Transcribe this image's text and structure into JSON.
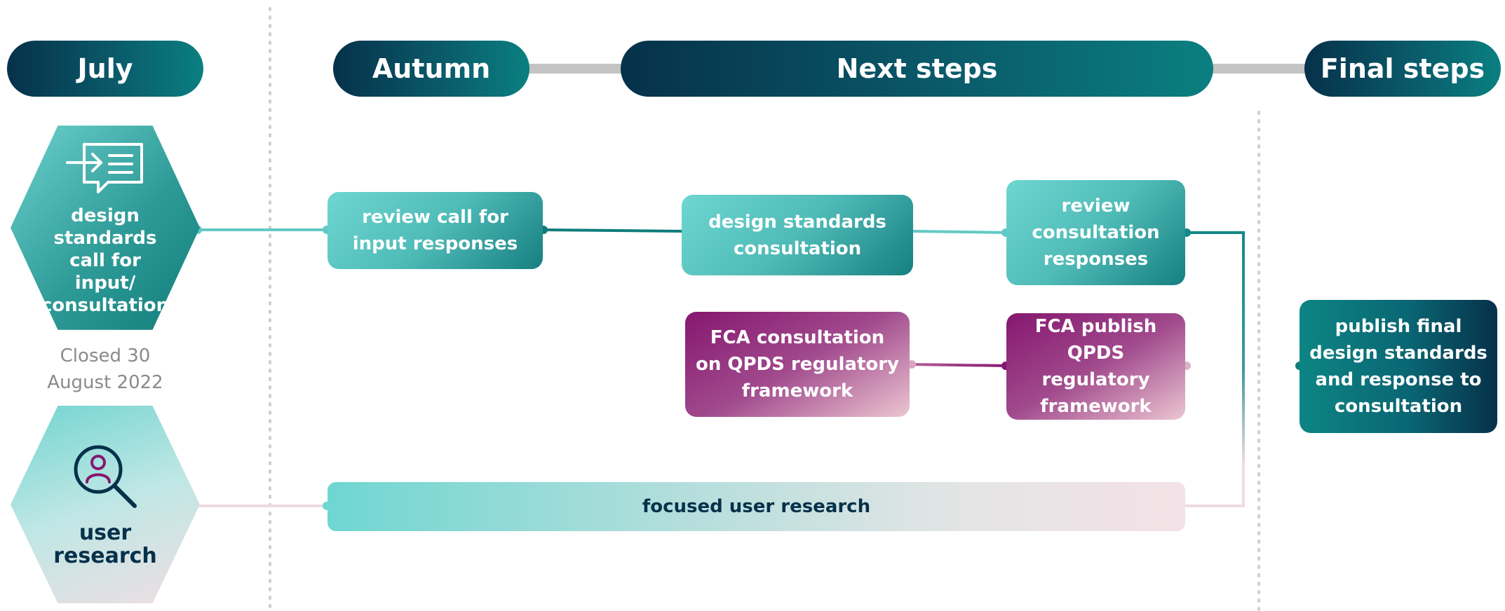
{
  "phases": {
    "july": "July",
    "autumn": "Autumn",
    "next_steps": "Next steps",
    "final_steps": "Final steps"
  },
  "hexagons": {
    "call_for_input": {
      "label": "design standards call for input/ consultation",
      "icon": "document-input-icon"
    },
    "user_research": {
      "label": "user research",
      "icon": "user-search-icon"
    }
  },
  "closed_note": "Closed 30 August 2022",
  "boxes": {
    "review_call": "review call for input responses",
    "design_consultation": "design standards consultation",
    "review_consultation": "review consultation responses",
    "fca_consultation": "FCA consultation on QPDS regulatory framework",
    "fca_publish": "FCA publish QPDS regulatory framework",
    "publish_final": "publish final design standards and response to consultation",
    "focused_research": "focused user research"
  },
  "colors": {
    "navy": "#06314a",
    "teal": "#0a7f80",
    "light_teal": "#6fd6d1",
    "purple": "#85176f",
    "pink": "#ecc6d2",
    "grey_connector": "#c4c4c4"
  }
}
